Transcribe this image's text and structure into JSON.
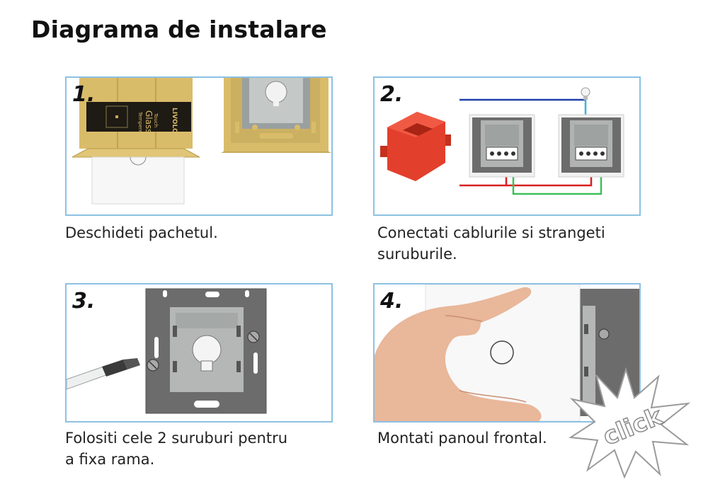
{
  "title": "Diagrama de instalare",
  "steps": [
    {
      "number": "1.",
      "caption_lines": [
        "Deschideti pachetul."
      ]
    },
    {
      "number": "2.",
      "caption_lines": [
        "Conectati cablurile si strangeti",
        "suruburile."
      ]
    },
    {
      "number": "3.",
      "caption_lines": [
        "Folositi cele 2 suruburi pentru",
        "a fixa rama."
      ]
    },
    {
      "number": "4.",
      "caption_lines": [
        "Montati panoul frontal."
      ]
    }
  ],
  "package_label": {
    "brand": "LIVOLO",
    "line1": "Tempered",
    "line2": "Glass",
    "line3": "Touch"
  },
  "click_text": "click",
  "colors": {
    "panel_border": "#8dc1e3",
    "gold": "#d9bc6a",
    "wire_blue": "#1f3fa8",
    "wire_red": "#d82020",
    "wire_green": "#3cc05a",
    "wire_cyan": "#36b6d8",
    "box_red": "#e2402c",
    "frame_gray": "#6c6c6c"
  }
}
